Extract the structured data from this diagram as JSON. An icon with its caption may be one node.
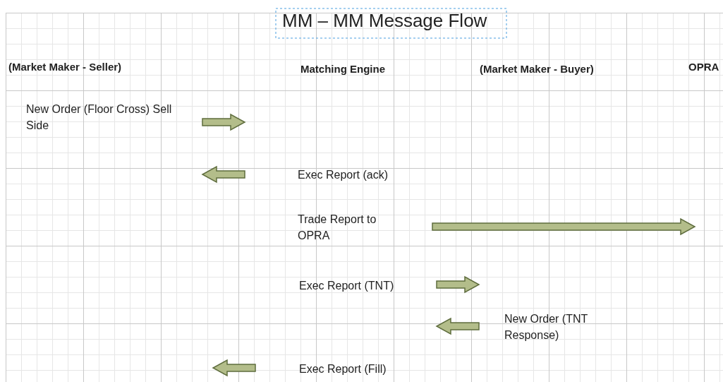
{
  "diagram": {
    "title": "MM – MM Message Flow",
    "labels": [
      "(Market Maker - Seller)",
      "Matching Engine",
      "(Market Maker - Buyer)",
      "OPRA",
      "New Order (Floor Cross) Sell Side",
      "Exec Report (ack)",
      "Trade Report to OPRA",
      "Exec Report (TNT)",
      "New Order (TNT Response)",
      "Exec Report (Fill)"
    ]
  }
}
